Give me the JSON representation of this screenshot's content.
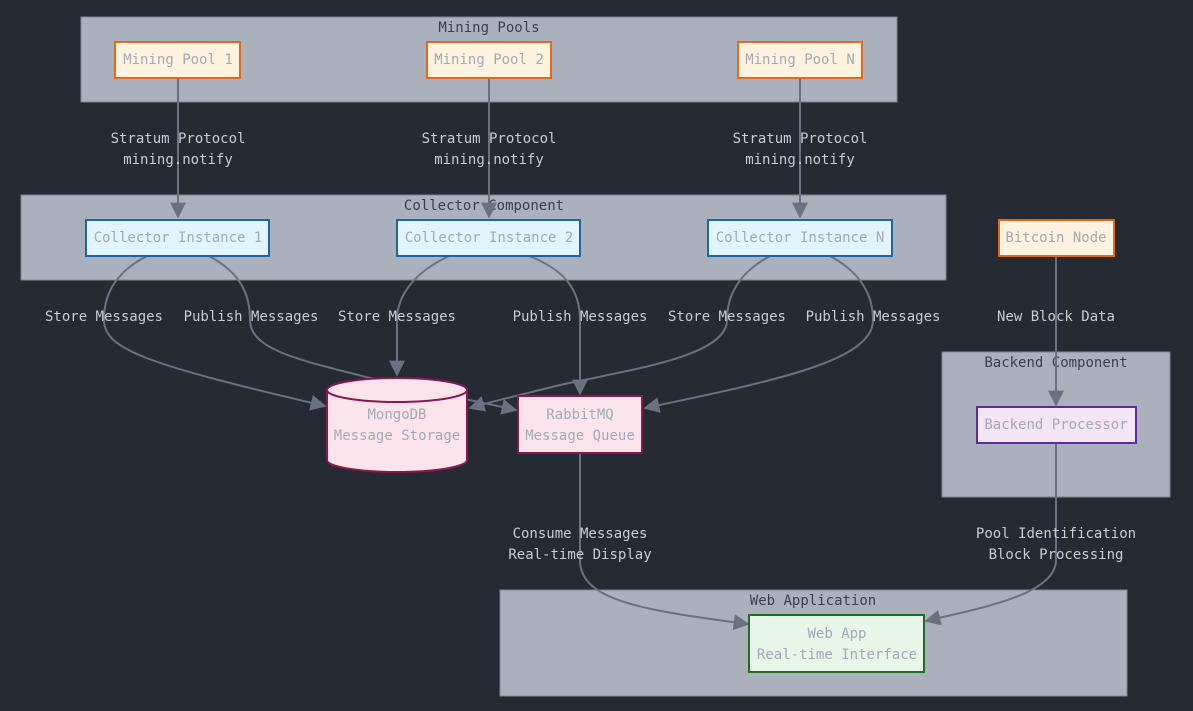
{
  "colors": {
    "background": "#262a33",
    "cluster_fill": "#aab1bd",
    "cluster_stroke": "#7d8594",
    "cluster_label": "#3a3f4b",
    "edge": "#6a7282",
    "edge_label": "#c7ccd6",
    "node_text": "#a3a9b5",
    "pool_fill": "#fff3e0",
    "pool_stroke": "#e0691a",
    "collector_fill": "#e1f5fe",
    "collector_stroke": "#1b66a8",
    "storage_fill": "#fce4ec",
    "storage_stroke": "#8a1750",
    "backend_fill": "#f3e5f5",
    "backend_stroke": "#5e2aa0",
    "web_fill": "#e8f5e9",
    "web_stroke": "#1e6b2a"
  },
  "clusters": {
    "mining_pools": "Mining Pools",
    "collector_component": "Collector Component",
    "backend_component": "Backend Component",
    "web_application": "Web Application"
  },
  "nodes": {
    "pool_1": "Mining Pool 1",
    "pool_2": "Mining Pool 2",
    "pool_n": "Mining Pool N",
    "collector_1": "Collector Instance 1",
    "collector_2": "Collector Instance 2",
    "collector_n": "Collector Instance N",
    "bitcoin_node": "Bitcoin Node",
    "mongodb": {
      "line1": "MongoDB",
      "line2": "Message Storage"
    },
    "rabbitmq": {
      "line1": "RabbitMQ",
      "line2": "Message Queue"
    },
    "backend_processor": "Backend Processor",
    "web_app": {
      "line1": "Web App",
      "line2": "Real-time Interface"
    }
  },
  "edge_labels": {
    "stratum_1": {
      "line1": "Stratum Protocol",
      "line2": "mining.notify"
    },
    "stratum_2": {
      "line1": "Stratum Protocol",
      "line2": "mining.notify"
    },
    "stratum_n": {
      "line1": "Stratum Protocol",
      "line2": "mining.notify"
    },
    "store_1": "Store Messages",
    "publish_1": "Publish Messages",
    "store_2": "Store Messages",
    "publish_2": "Publish Messages",
    "store_n": "Store Messages",
    "publish_n": "Publish Messages",
    "new_block": "New Block Data",
    "consume": {
      "line1": "Consume Messages",
      "line2": "Real-time Display"
    },
    "pool_ident": {
      "line1": "Pool Identification",
      "line2": "Block Processing"
    }
  }
}
